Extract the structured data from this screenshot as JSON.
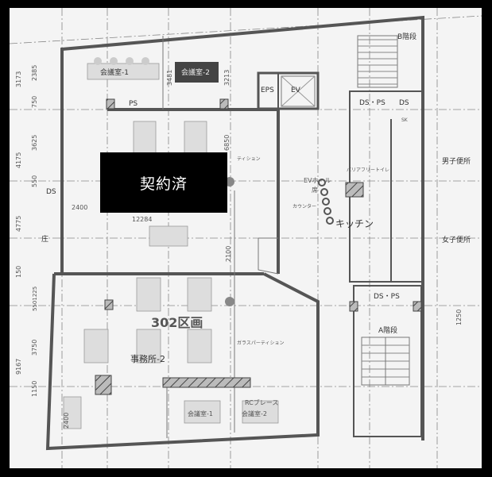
{
  "plan": {
    "rooms": {
      "meeting_upper_1": "会議室-1",
      "meeting_upper_2": "会議室-2",
      "ps_upper": "PS",
      "eps": "EPS",
      "ev": "EV",
      "ds_ps_upper": "DS・PS",
      "ds_upper": "DS",
      "b_stairs": "B階段",
      "sk": "SK",
      "mens_toilet": "男子便所",
      "womens_toilet": "女子便所",
      "barrier_free_toilet": "バリアフリートイレ",
      "kitchen": "キッチン",
      "ev_hall": "EVホール",
      "seat": "席",
      "counter": "カウンター",
      "partition_upper": "ティション",
      "ds_left": "DS",
      "garden": "庄",
      "section": "302区画",
      "office": "事務所-2",
      "glass_partition": "ガラスパーティション",
      "rc_brace": "RCブレース",
      "meeting_lower_1": "会議室-1",
      "meeting_lower_2": "会議室-2",
      "ds_ps_lower": "DS・PS",
      "a_stairs": "A階段"
    },
    "status_stamp": "契約済",
    "dimensions": {
      "d3173": "3173",
      "d2385": "2385",
      "d750": "750",
      "d4175": "4175",
      "d3625": "3625",
      "d550": "550",
      "d4775": "4775",
      "d150": "150",
      "d2400": "2400",
      "d12284": "12284",
      "d3481": "3481",
      "d3213": "3213",
      "d6850": "6850",
      "d2100": "2100",
      "d1250": "1250",
      "d9167": "9167",
      "d5501225": "5501225",
      "d3750": "3750",
      "d1150": "1150",
      "d2400b": "2400"
    }
  }
}
